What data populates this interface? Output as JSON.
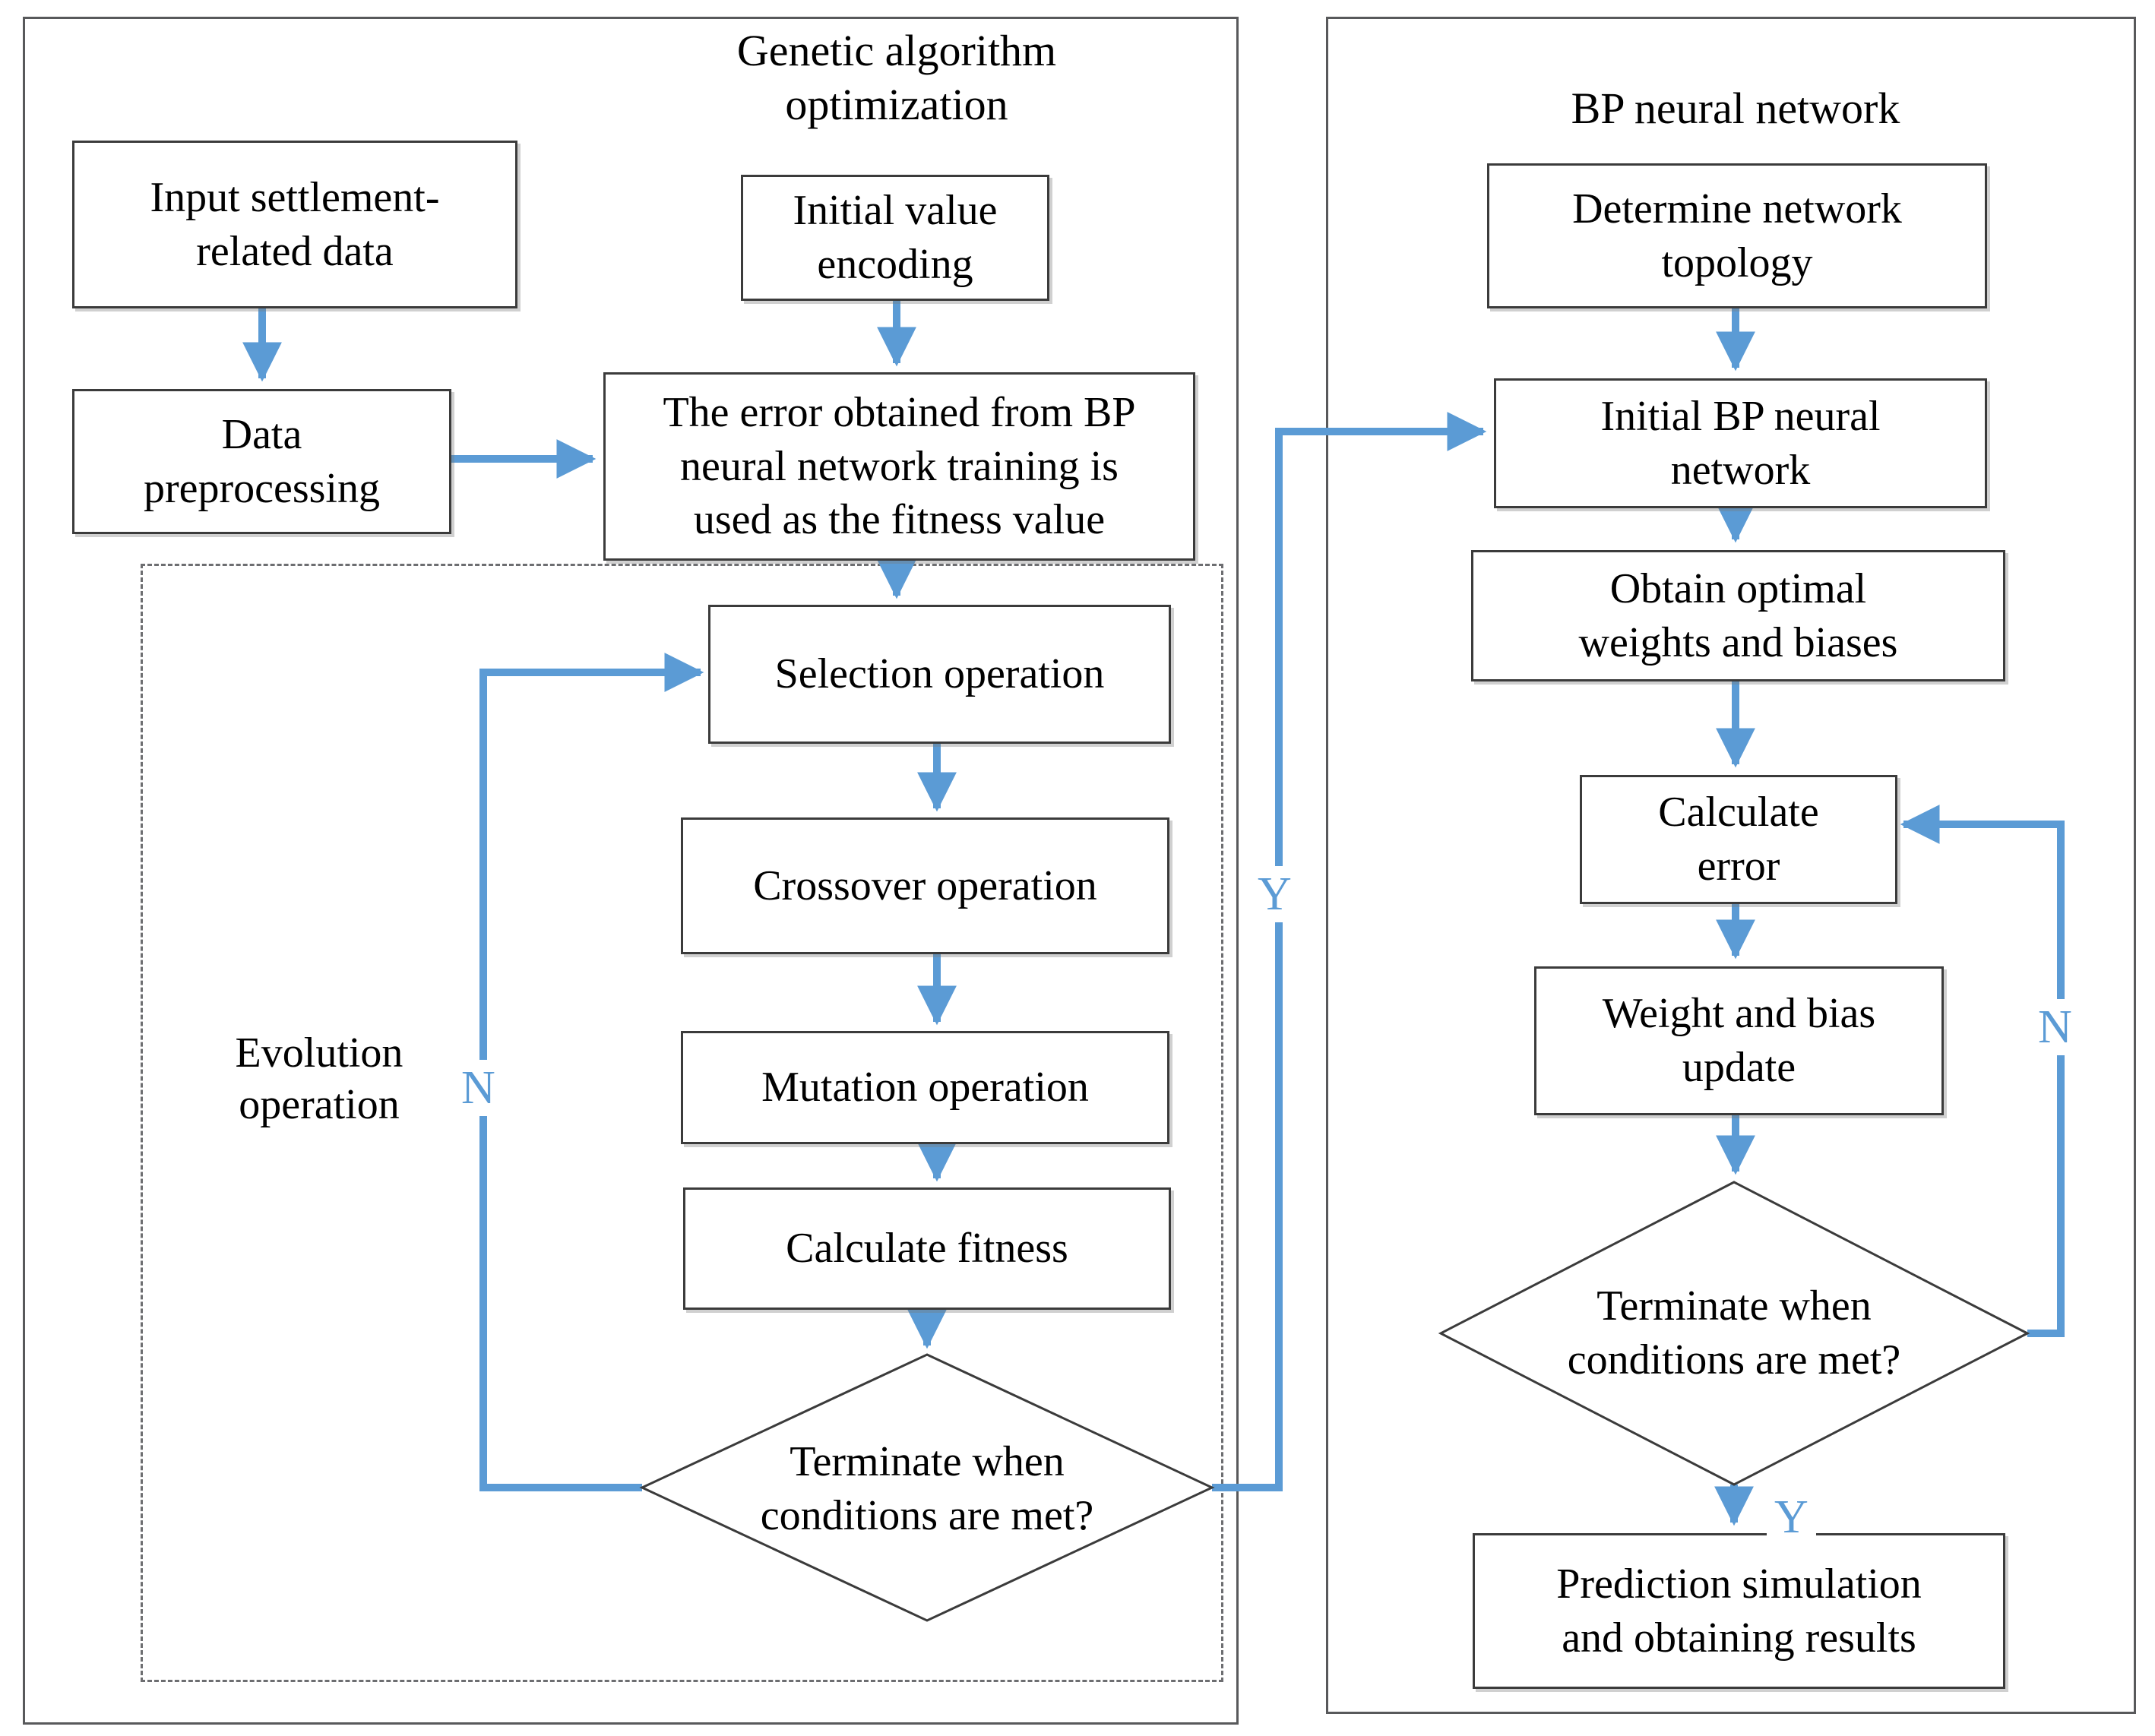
{
  "accent_color": "#5b9bd5",
  "box_border_color": "#3b3b3b",
  "panel_border_color": "#58595b",
  "left_panel": {
    "title": "Genetic algorithm\noptimization",
    "group_label": "Evolution\noperation",
    "nodes": {
      "input": "Input settlement-\nrelated data",
      "data_preprocessing": "Data\npreprocessing",
      "fitness_from_bp": "The error obtained from BP\nneural network training is\nused as the fitness value",
      "initial_encoding": "Initial value\nencoding",
      "selection": "Selection operation",
      "crossover": "Crossover operation",
      "mutation": "Mutation operation",
      "calculate_fitness": "Calculate fitness",
      "terminate": "Terminate when\nconditions are met?"
    },
    "edge_labels": {
      "no": "N",
      "yes": "Y"
    }
  },
  "right_panel": {
    "title": "BP neural network",
    "nodes": {
      "determine_topology": "Determine network\ntopology",
      "initial_bp": "Initial BP neural\nnetwork",
      "obtain_weights": "Obtain optimal\nweights and biases",
      "calculate_error": "Calculate\nerror",
      "weight_bias_update": "Weight and bias\nupdate",
      "terminate": "Terminate when\nconditions are met?",
      "prediction": "Prediction simulation\nand obtaining results"
    },
    "edge_labels": {
      "no": "N",
      "yes": "Y"
    }
  }
}
